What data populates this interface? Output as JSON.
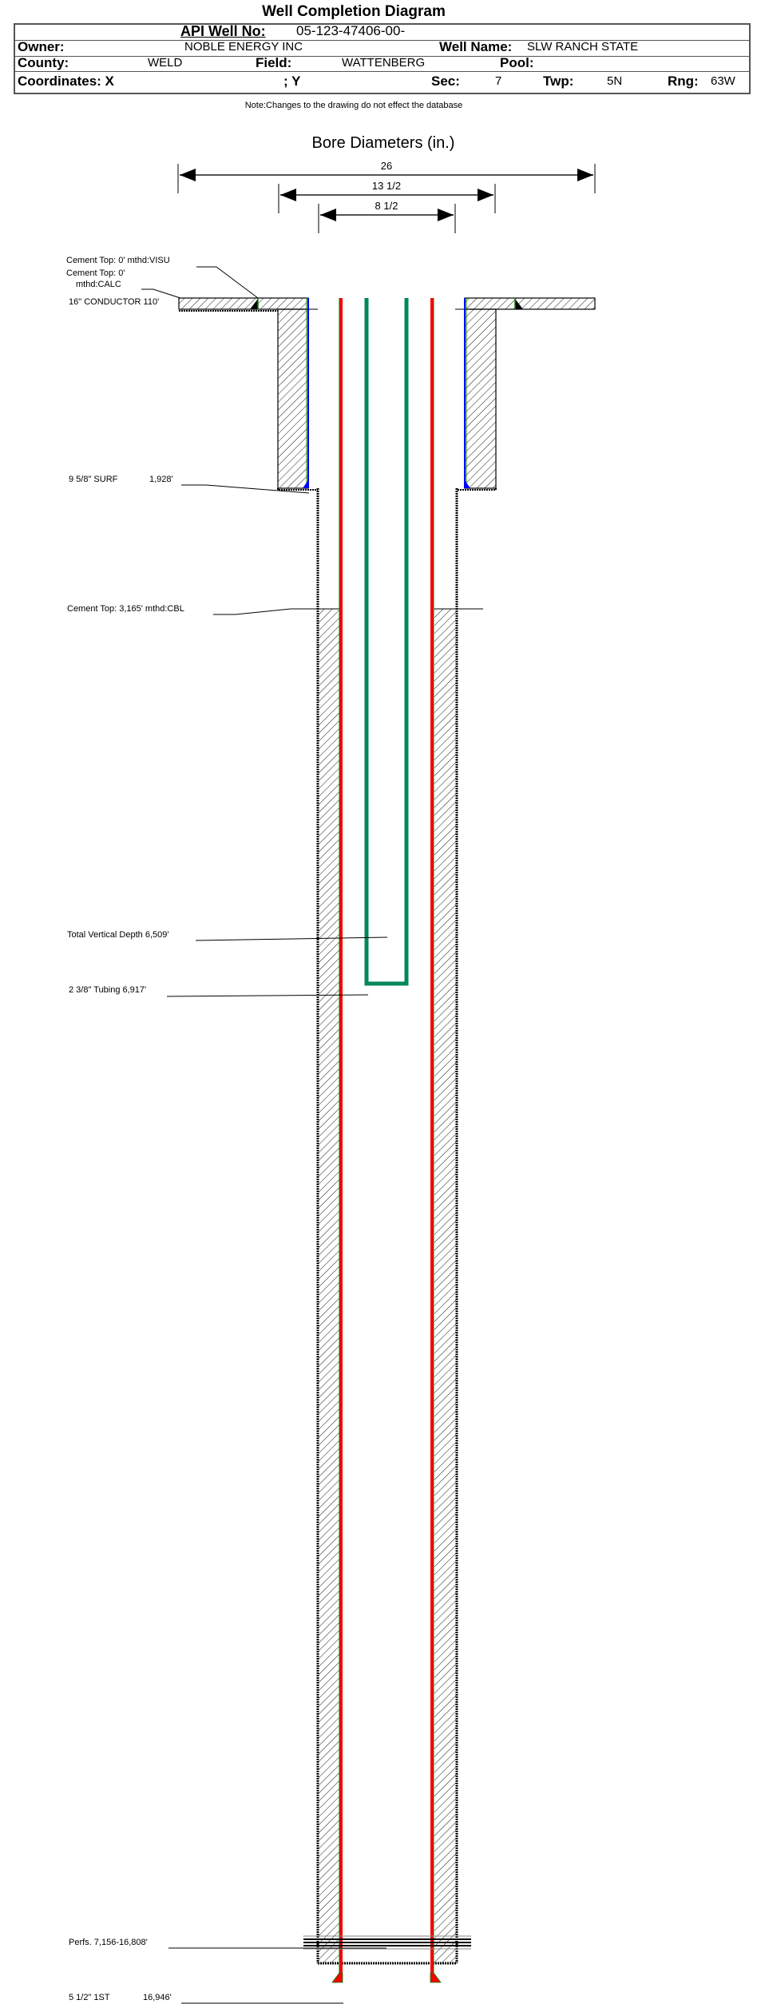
{
  "header": {
    "title": "Well Completion Diagram",
    "api_label": "API Well No:",
    "api_value": "05-123-47406-00-",
    "owner_label": "Owner:",
    "owner_value": "NOBLE ENERGY INC",
    "well_name_label": "Well Name:",
    "well_name_value": "SLW RANCH STATE",
    "county_label": "County:",
    "county_value": "WELD",
    "field_label": "Field:",
    "field_value": "WATTENBERG",
    "pool_label": "Pool:",
    "coords_label": "Coordinates: X",
    "y_label": "; Y",
    "sec_label": "Sec:",
    "sec_value": "7",
    "twp_label": "Twp:",
    "twp_value": "5N",
    "rng_label": "Rng:",
    "rng_value": "63W",
    "note": "Note:Changes to the drawing do not effect the database"
  },
  "diagram": {
    "bore_title": "Bore Diameters (in.)",
    "bore_diameters": [
      "26",
      "13 1/2",
      "8 1/2"
    ],
    "labels": {
      "cement_top_visu": "Cement Top: 0' mthd:VISU",
      "cement_top_calc": "Cement Top: 0'",
      "cement_top_calc_method": "mthd:CALC",
      "conductor": "16\" CONDUCTOR  110'",
      "surface_casing": "9 5/8\" SURF",
      "surface_casing_depth": "1,928'",
      "cement_top_cbl": "Cement Top: 3,165' mthd:CBL",
      "tvd": "Total Vertical Depth 6,509'",
      "tubing": "2 3/8\" Tubing 6,917'",
      "perfs": "Perfs. 7,156-16,808'",
      "production_casing": "5 1/2\" 1ST",
      "production_casing_depth": "16,946'"
    },
    "colors": {
      "production_casing": "#ff0000",
      "tubing": "#00875a",
      "surface_casing": "#0000ff",
      "casing_outline": "#008000"
    }
  }
}
